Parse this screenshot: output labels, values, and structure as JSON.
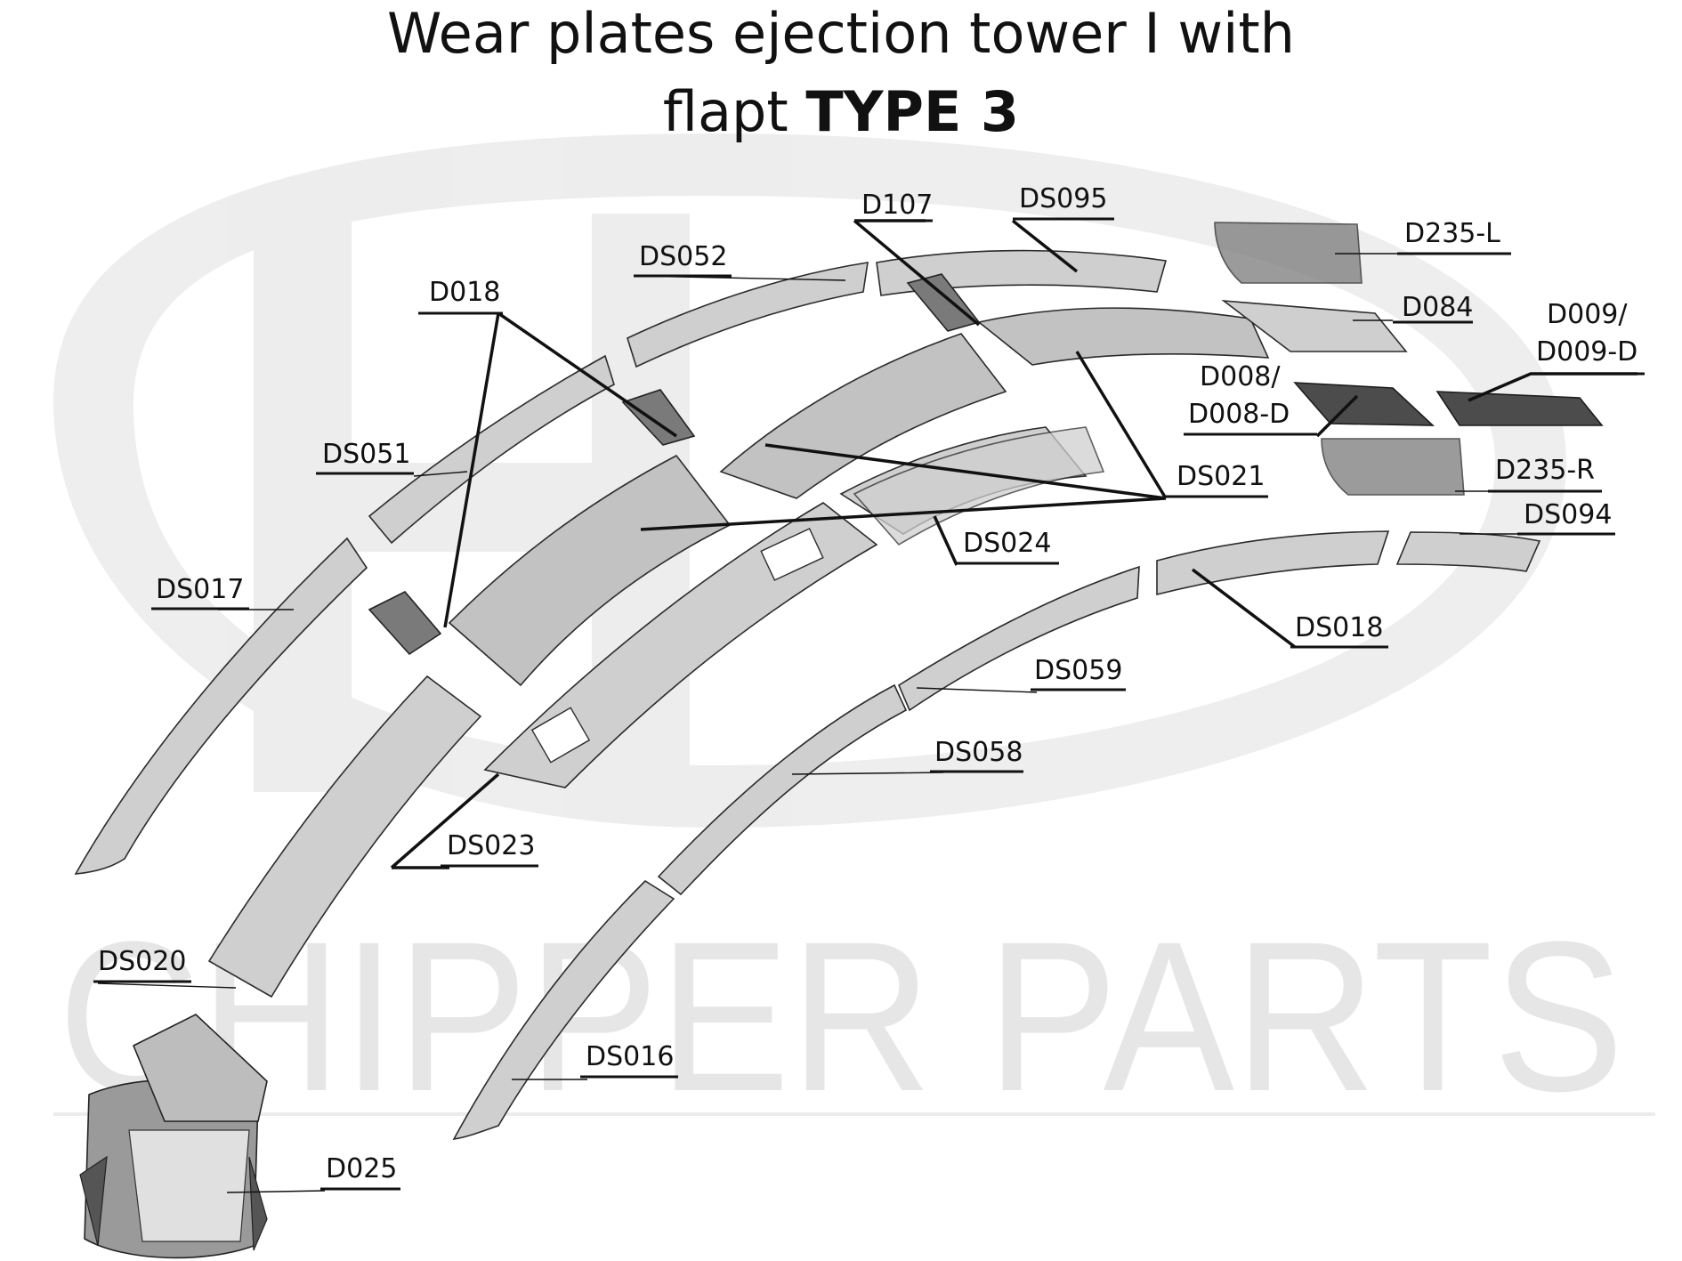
{
  "title": {
    "line1": "Wear plates ejection tower I with",
    "line2_plain": "flapt",
    "line2_bold": "TYPE 3"
  },
  "watermark": {
    "logo": "HC",
    "text": "CHIPPER PARTS"
  },
  "labels": {
    "D107": "D107",
    "DS095": "DS095",
    "DS052": "DS052",
    "D235L": "D235-L",
    "D018": "D018",
    "D084": "D084",
    "D009a": "D009/",
    "D009b": "D009-D",
    "D008a": "D008/",
    "D008b": "D008-D",
    "DS051": "DS051",
    "DS021": "DS021",
    "D235R": "D235-R",
    "DS094": "DS094",
    "DS024": "DS024",
    "DS017": "DS017",
    "DS018": "DS018",
    "DS059": "DS059",
    "DS058": "DS058",
    "DS023": "DS023",
    "DS020": "DS020",
    "DS016": "DS016",
    "D025": "D025"
  },
  "colors": {
    "plate": "#cfcfcf",
    "dark_plate": "#7a7a7a",
    "watermark": "#ececec"
  }
}
